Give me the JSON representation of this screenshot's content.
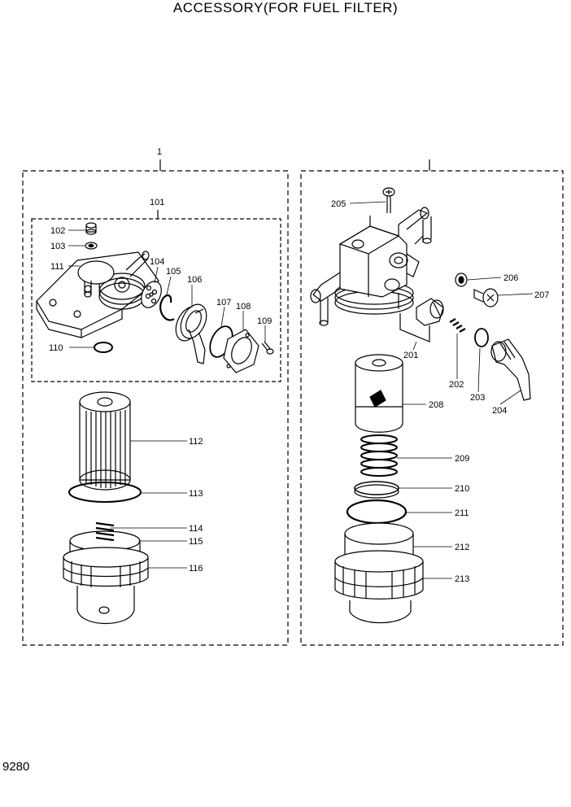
{
  "title": "ACCESSORY(FOR FUEL FILTER)",
  "page_number": "9280",
  "groups": {
    "group1": "1",
    "group101": "101"
  },
  "labels": {
    "p102": "102",
    "p103": "103",
    "p104": "104",
    "p105": "105",
    "p106": "106",
    "p107": "107",
    "p108": "108",
    "p109": "109",
    "p110": "110",
    "p111": "111",
    "p112": "112",
    "p113": "113",
    "p114": "114",
    "p115": "115",
    "p116": "116",
    "p201": "201",
    "p202": "202",
    "p203": "203",
    "p204": "204",
    "p205": "205",
    "p206": "206",
    "p207": "207",
    "p208": "208",
    "p209": "209",
    "p210": "210",
    "p211": "211",
    "p212": "212",
    "p213": "213"
  }
}
